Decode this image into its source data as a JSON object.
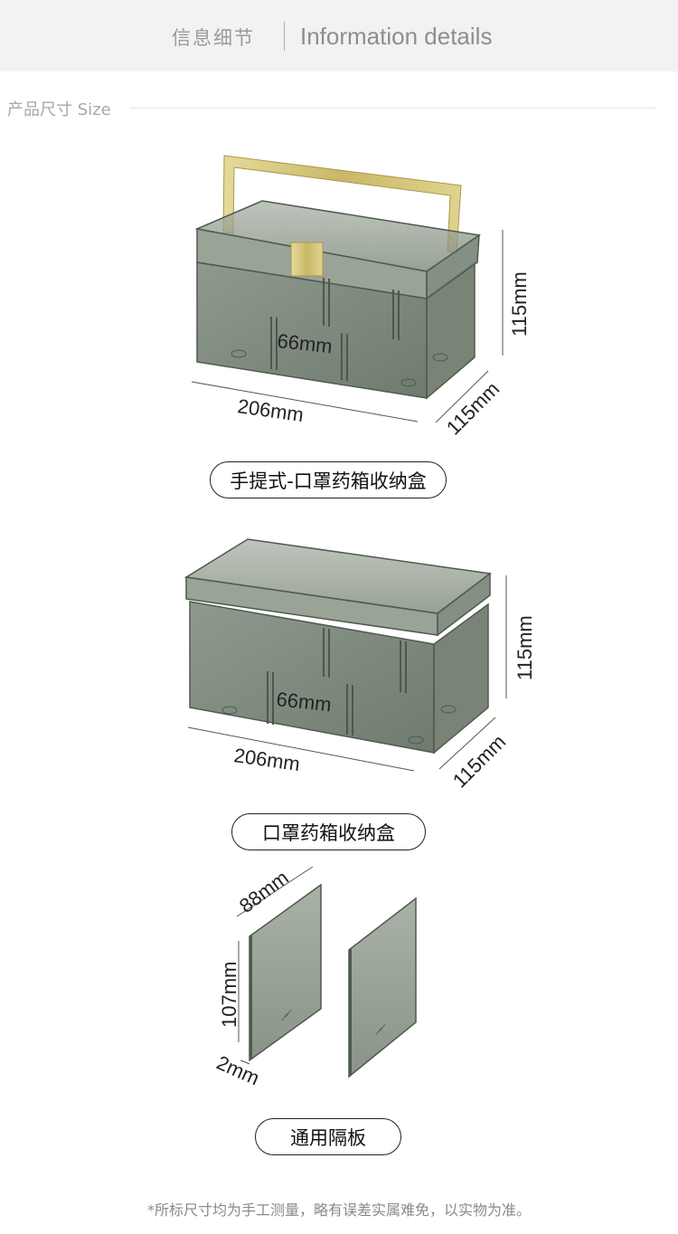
{
  "header": {
    "title_cn": "信息细节",
    "title_en": "Information details"
  },
  "section": {
    "label": "产品尺寸 Size"
  },
  "products": [
    {
      "name": "手提式-口罩药箱收纳盒",
      "dims": {
        "length": "206mm",
        "width": "115mm",
        "height": "115mm",
        "inner": "66mm"
      }
    },
    {
      "name": "口罩药箱收纳盒",
      "dims": {
        "length": "206mm",
        "width": "115mm",
        "height": "115mm",
        "inner": "66mm"
      }
    },
    {
      "name": "通用隔板",
      "dims": {
        "width": "88mm",
        "height": "107mm",
        "thickness": "2mm"
      }
    }
  ],
  "footnote": "*所标尺寸均为手工测量，略有误差实属难免，以实物为准。",
  "colors": {
    "box_body": "#6f7c6e",
    "box_edge": "#4f5a4e",
    "handle_gold": "#d2c479",
    "header_band": "#f2f2f2"
  }
}
